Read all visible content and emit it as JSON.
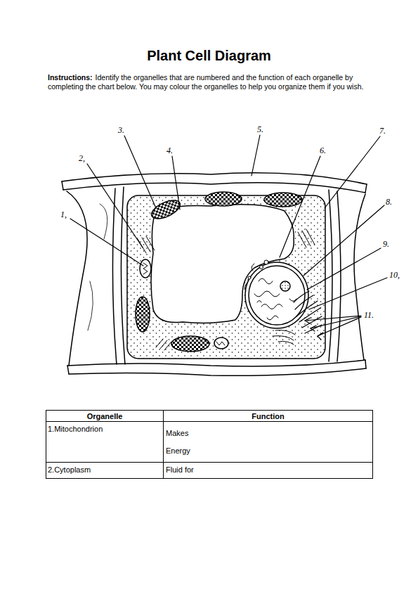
{
  "diagram": {
    "title": "Plant Cell Diagram",
    "labels": [
      "Instructions:",
      "Identify the organelles that are numbered and the function of each organelle by completing the chart below. You may colour the organelles to help you organize them if you wish.",
      "1,",
      "2,",
      "3.",
      "4.",
      "5.",
      "6.",
      "7.",
      "8.",
      "9.",
      "10,",
      "11.",
      "Organelle",
      "Function",
      "1.Mitochondrion",
      "Makes Energy",
      "2.Cytoplasm",
      "Fluid for"
    ]
  }
}
